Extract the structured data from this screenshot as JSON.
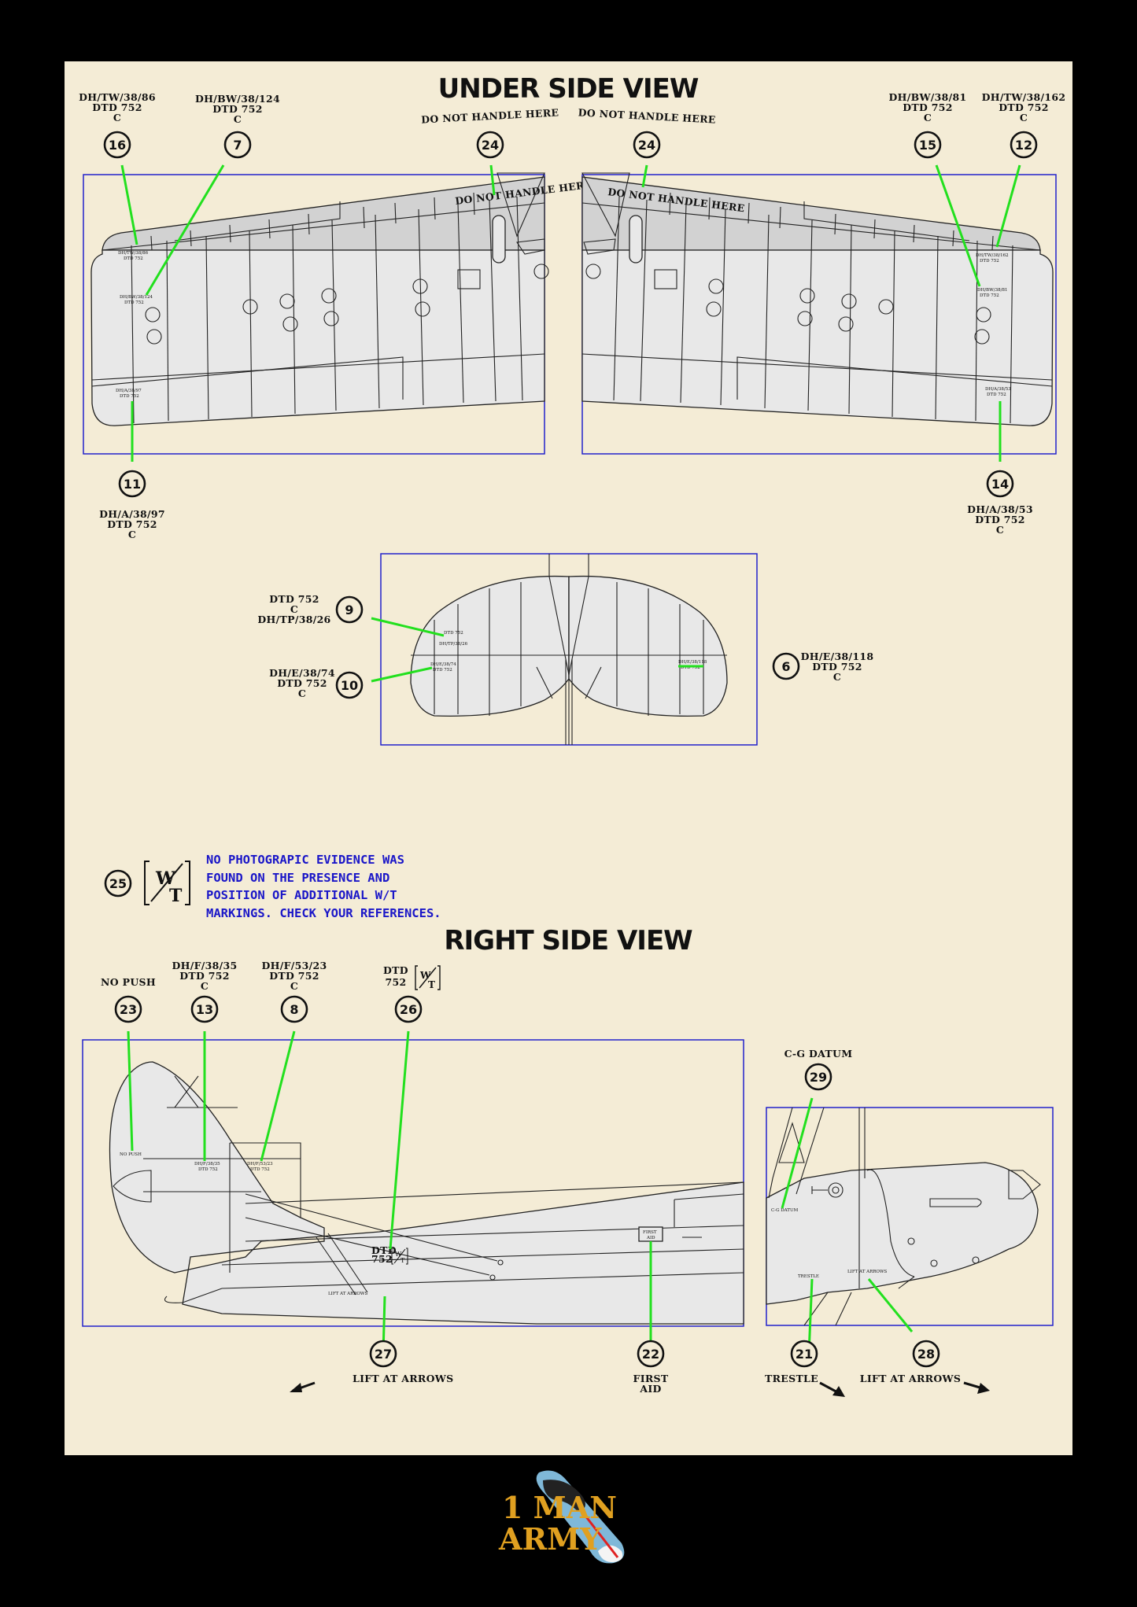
{
  "titles": {
    "under": "UNDER SIDE VIEW",
    "right": "RIGHT SIDE VIEW"
  },
  "callouts": [
    {
      "n": "16",
      "lines": [
        "DH/TW/38/86",
        "DTD 752",
        "C"
      ]
    },
    {
      "n": "7",
      "lines": [
        "DH/BW/38/124",
        "DTD 752",
        "C"
      ]
    },
    {
      "n": "24",
      "lines": [
        "DO NOT HANDLE HERE"
      ]
    },
    {
      "n": "24",
      "lines": [
        "DO NOT HANDLE HERE"
      ]
    },
    {
      "n": "15",
      "lines": [
        "DH/BW/38/81",
        "DTD 752",
        "C"
      ]
    },
    {
      "n": "12",
      "lines": [
        "DH/TW/38/162",
        "DTD 752",
        "C"
      ]
    },
    {
      "n": "11",
      "lines": [
        "DH/A/38/97",
        "DTD 752",
        "C"
      ]
    },
    {
      "n": "14",
      "lines": [
        "DH/A/38/53",
        "DTD 752",
        "C"
      ]
    },
    {
      "n": "9",
      "lines": [
        "DTD 752",
        "C",
        "DH/TP/38/26"
      ]
    },
    {
      "n": "10",
      "lines": [
        "DH/E/38/74",
        "DTD 752",
        "C"
      ]
    },
    {
      "n": "6",
      "lines": [
        "DH/E/38/118",
        "DTD 752",
        "C"
      ]
    },
    {
      "n": "23",
      "lines": [
        "NO PUSH"
      ]
    },
    {
      "n": "13",
      "lines": [
        "DH/F/38/35",
        "DTD 752",
        "C"
      ]
    },
    {
      "n": "8",
      "lines": [
        "DH/F/53/23",
        "DTD 752",
        "C"
      ]
    },
    {
      "n": "26",
      "lines": [
        "DTD",
        "752"
      ]
    },
    {
      "n": "29",
      "lines": [
        "C-G DATUM"
      ]
    },
    {
      "n": "27",
      "lines": [
        "LIFT AT ARROWS"
      ]
    },
    {
      "n": "22",
      "lines": [
        "FIRST",
        "AID"
      ]
    },
    {
      "n": "21",
      "lines": [
        "TRESTLE"
      ]
    },
    {
      "n": "28",
      "lines": [
        "LIFT AT ARROWS"
      ]
    },
    {
      "n": "25",
      "lines": []
    }
  ],
  "wt_symbol": {
    "w": "W",
    "t": "T"
  },
  "note_lines": [
    "NO PHOTOGRAPIC EVIDENCE WAS",
    "FOUND ON THE PRESENCE AND",
    "POSITION OF ADDITIONAL W/T",
    "MARKINGS. CHECK YOUR REFERENCES."
  ],
  "on_model": {
    "dnh": "DO NOT HANDLE HERE",
    "no_push": "NO PUSH",
    "first_aid": [
      "FIRST",
      "AID"
    ],
    "cg": "C-G DATUM",
    "trestle": "TRESTLE",
    "lift": "LIFT AT ARROWS"
  },
  "logo": {
    "line1": "1 MAN",
    "line2": "ARMY"
  },
  "colors": {
    "background": "#000000",
    "sheet": "#f4ecd6",
    "leader": "#22e01e",
    "frame": "#2222cc",
    "note": "#1a16c8",
    "logo": "#e0a020"
  }
}
